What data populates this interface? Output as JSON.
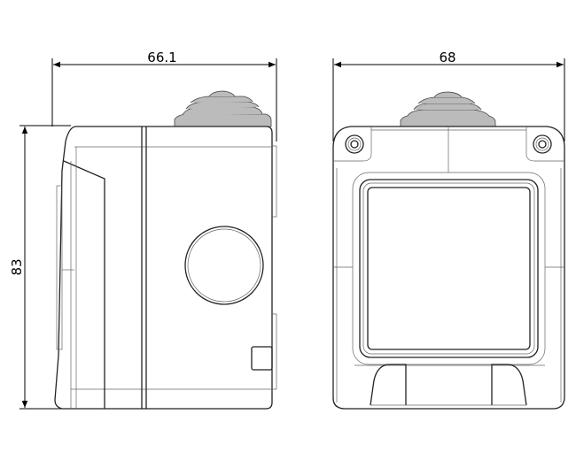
{
  "side_view": {
    "width_dimension": "66.1",
    "height_dimension": "83"
  },
  "front_view": {
    "width_dimension": "68"
  }
}
